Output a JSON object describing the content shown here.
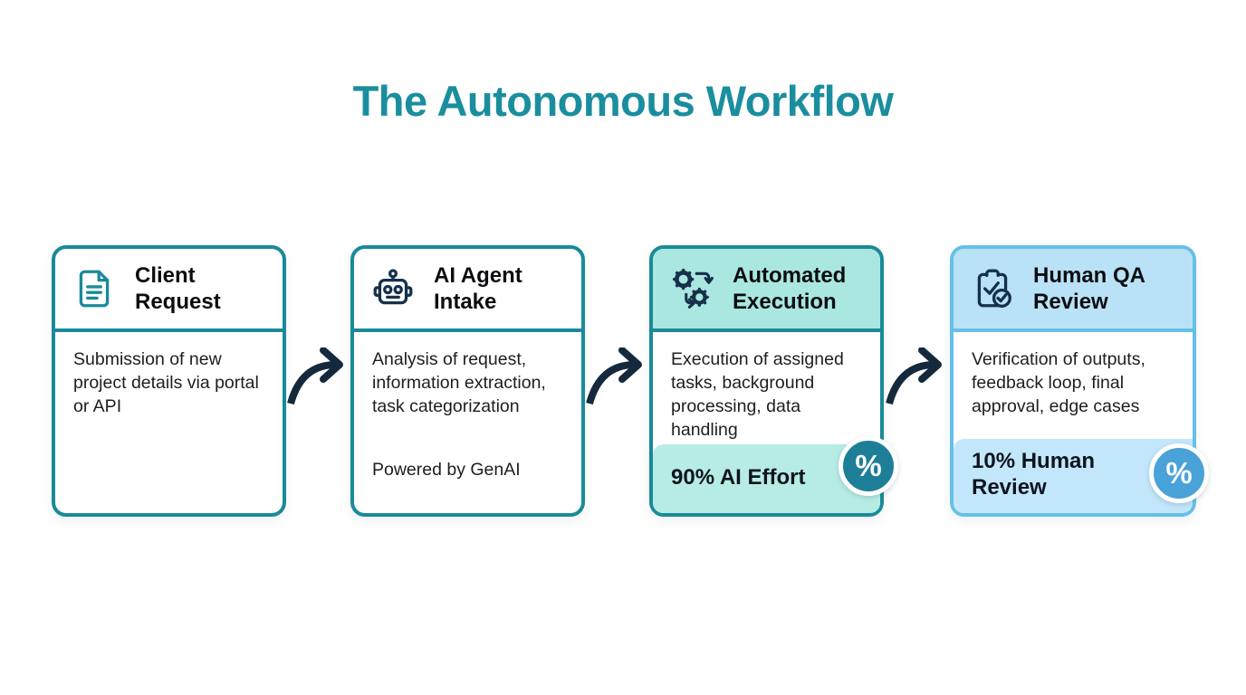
{
  "title": "The Autonomous Workflow",
  "colors": {
    "title_teal": "#1a8e9e",
    "card_border_teal": "#1a8a99",
    "card_border_blue": "#66c0e8",
    "header_mint": "#a9e7e0",
    "header_blue": "#b9e2f7",
    "strip_mint": "#b7ece5",
    "strip_blue": "#c3e7fa",
    "icon_navy": "#16314a",
    "arrow_navy": "#15293d",
    "badge_teal": "#1d7f97",
    "badge_blue": "#49a2d8"
  },
  "steps": [
    {
      "title": "Client Request",
      "icon": "document-icon",
      "description": "Submission of new project details via portal or API"
    },
    {
      "title": "AI Agent Intake",
      "icon": "robot-icon",
      "description": "Analysis of request, information extraction, task categorization",
      "note": "Powered by GenAI"
    },
    {
      "title": "Automated Execution",
      "icon": "gears-icon",
      "description": "Execution of assigned tasks, background processing, data handling",
      "stat": "90% AI Effort",
      "badge": "%"
    },
    {
      "title": "Human QA Review",
      "icon": "clipboard-check-icon",
      "description": "Verification of outputs, feedback loop, final approval, edge cases",
      "stat": "10% Human Review",
      "badge": "%"
    }
  ]
}
